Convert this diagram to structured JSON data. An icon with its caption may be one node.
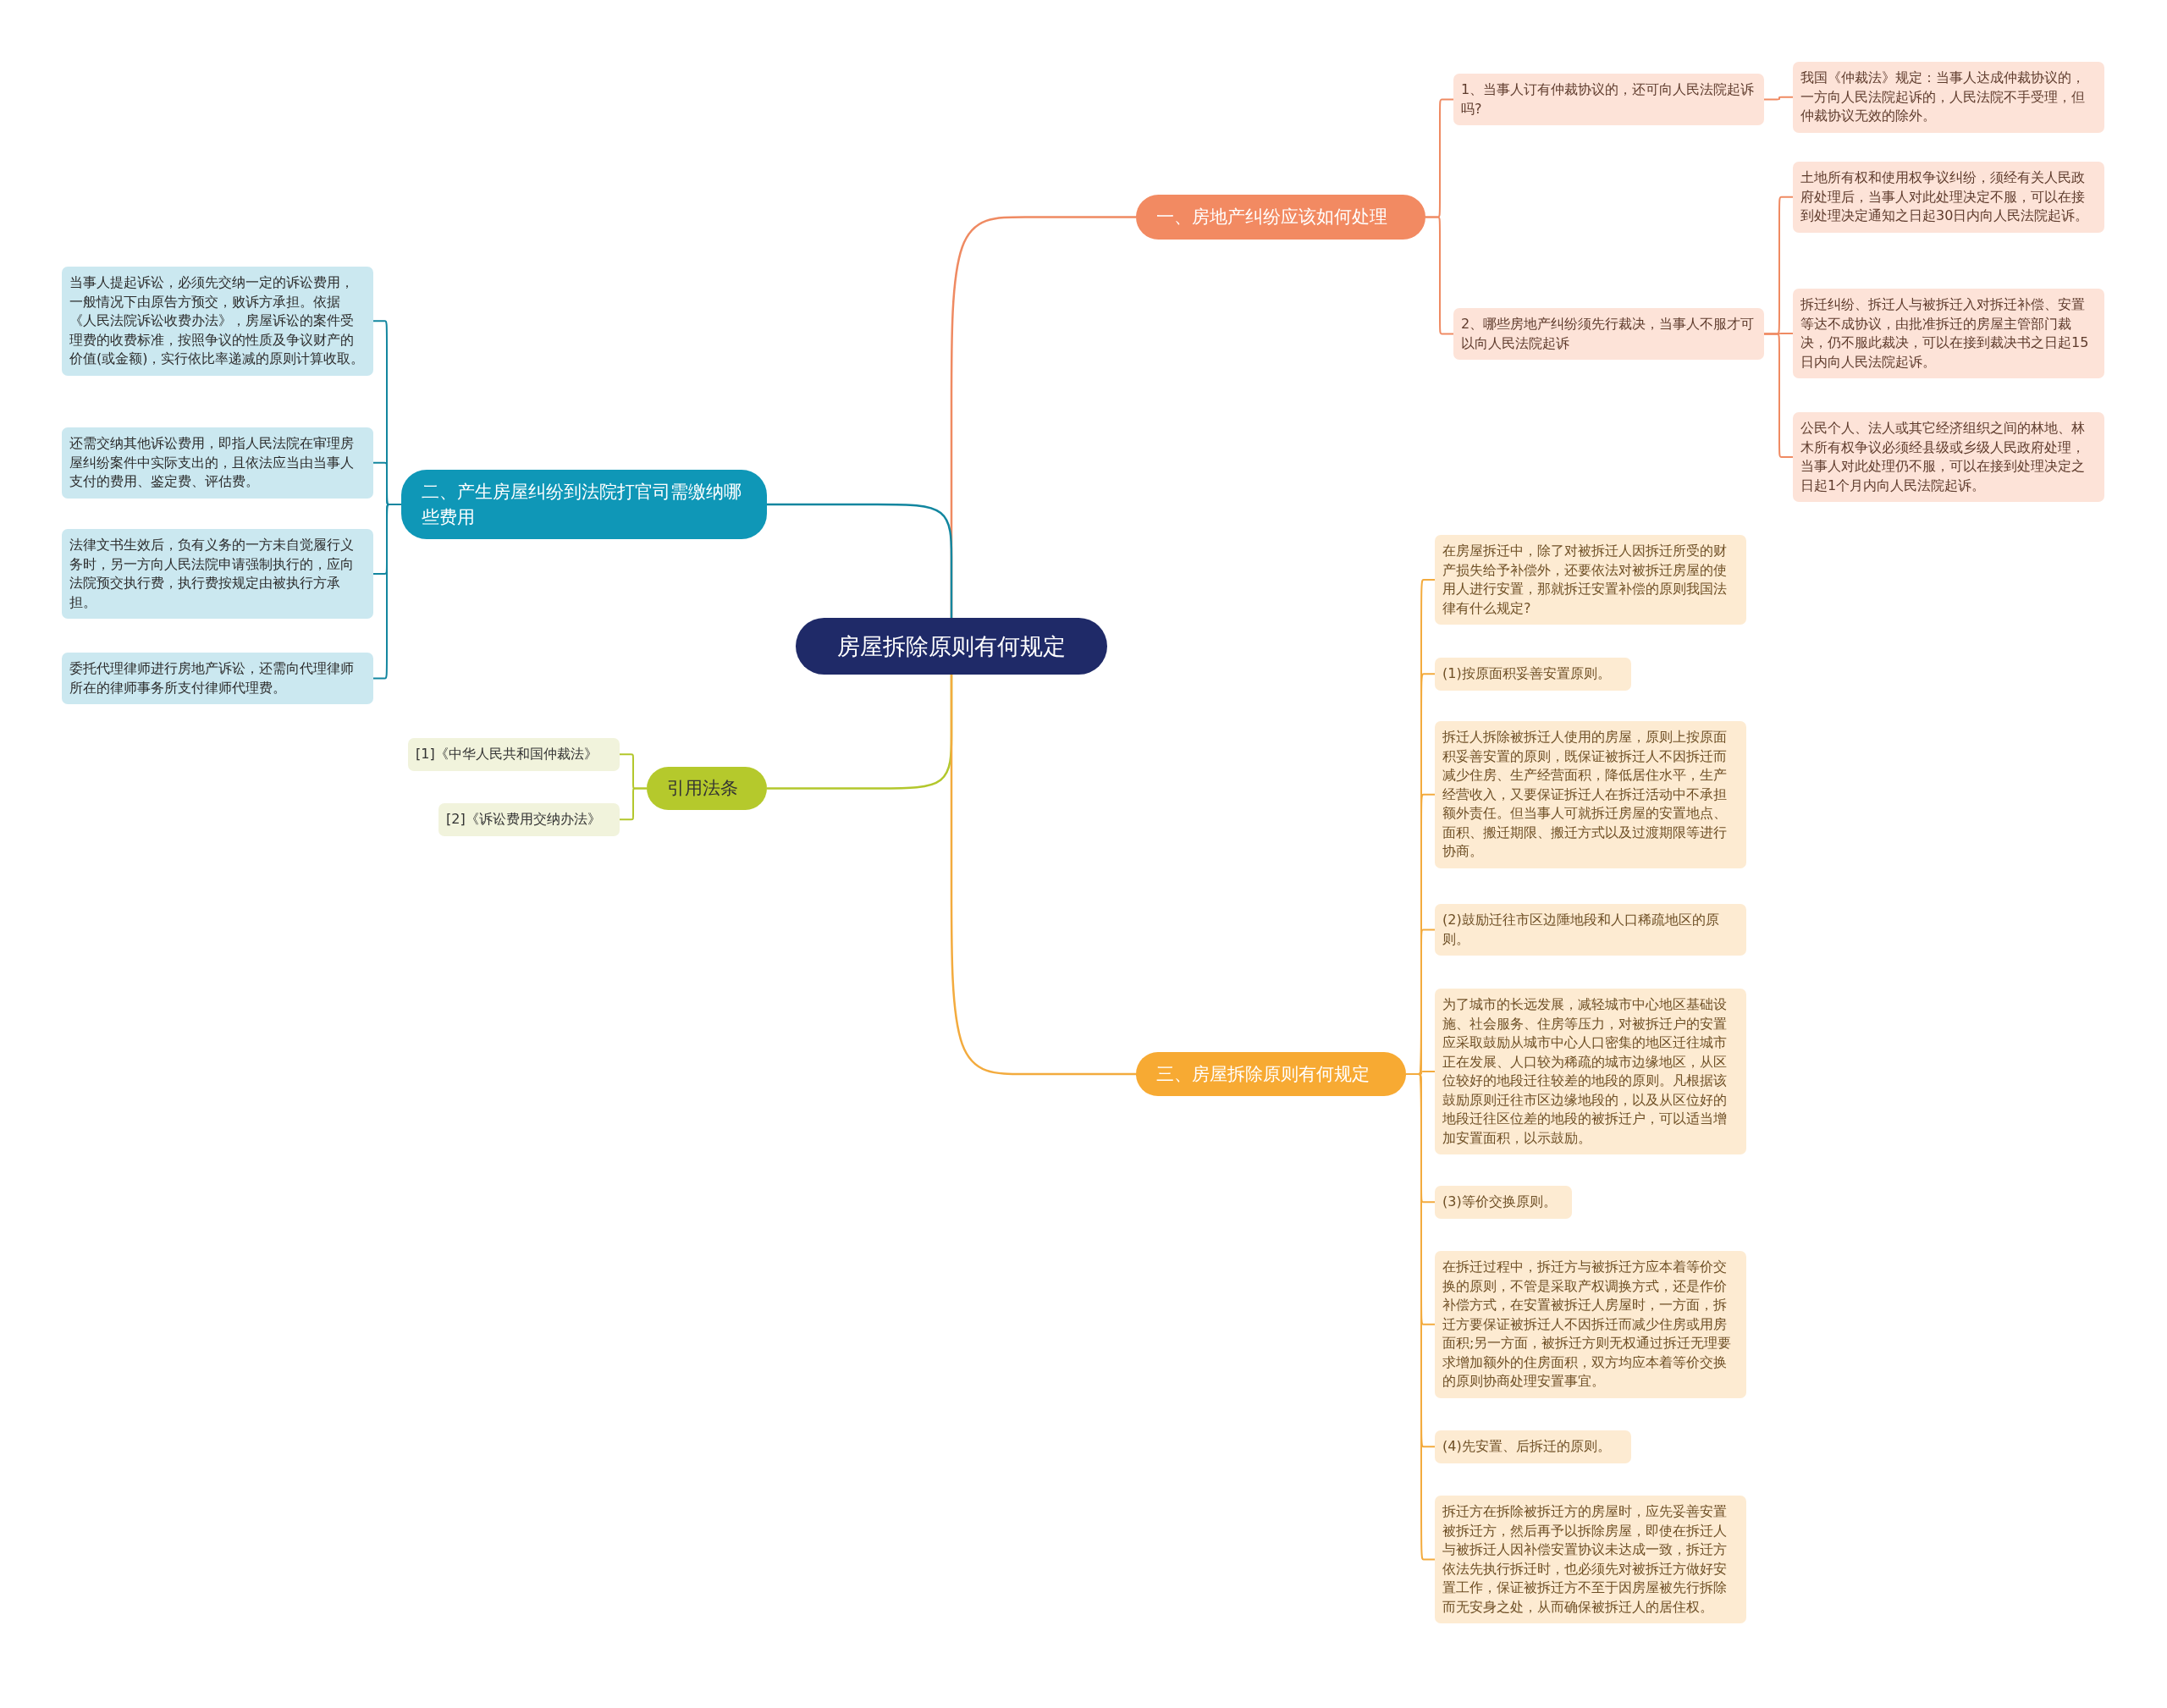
{
  "diagram": {
    "nodes": [
      {
        "text": [
          "房屋拆除原则有何规定"
        ]
      },
      {
        "text": [
          "一、房地产纠纷应该如何处理"
        ]
      },
      {
        "text": [
          "1、当事人订有仲裁协议的，还可向人民法院起诉吗?"
        ]
      },
      {
        "text": [
          "我国《仲裁法》规定：当事人达成仲裁协议的，一方向人民法院起诉的，人民法院不手受理，但仲裁协议无效的除外。"
        ]
      },
      {
        "text": [
          "2、哪些房地产纠纷须先行裁决，当事人不服才可以向人民法院起诉"
        ]
      },
      {
        "text": [
          "土地所有权和使用权争议纠纷，须经有关人民政府处理后，当事人对此处理决定不服，可以在接到处理决定通知之日起30日内向人民法院起诉。"
        ]
      },
      {
        "text": [
          "拆迁纠纷、拆迁人与被拆迁入对拆迁补偿、安置等达不成协议，由批准拆迁的房屋主管部门裁决，仍不服此裁决，可以在接到裁决书之日起15日内向人民法院起诉。"
        ]
      },
      {
        "text": [
          "公民个人、法人或其它经济组织之间的林地、林木所有权争议必须经县级或乡级人民政府处理，当事人对此处理仍不服，可以在接到处理决定之日起1个月内向人民法院起诉。"
        ]
      },
      {
        "text": [
          "二、产生房屋纠纷到法院打官司需缴纳哪些费用"
        ]
      },
      {
        "text": [
          "当事人提起诉讼，必须先交纳一定的诉讼费用，一般情况下由原告方预交，败诉方承担。依据《人民法院诉讼收费办法》，房屋诉讼的案件受理费的收费标准，按照争议的性质及争议财产的价值(或金额)，实行依比率递减的原则计算收取。"
        ]
      },
      {
        "text": [
          "还需交纳其他诉讼费用，即指人民法院在审理房屋纠纷案件中实际支出的，且依法应当由当事人支付的费用、鉴定费、评估费。"
        ]
      },
      {
        "text": [
          "法律文书生效后，负有义务的一方未自觉履行义务时，另一方向人民法院申请强制执行的，应向法院预交执行费，执行费按规定由被执行方承担。"
        ]
      },
      {
        "text": [
          "委托代理律师进行房地产诉讼，还需向代理律师所在的律师事务所支付律师代理费。"
        ]
      },
      {
        "text": [
          "引用法条"
        ]
      },
      {
        "text": [
          "[1]《中华人民共和国仲裁法》"
        ]
      },
      {
        "text": [
          "[2]《诉讼费用交纳办法》"
        ]
      },
      {
        "text": [
          "三、房屋拆除原则有何规定"
        ]
      },
      {
        "text": [
          "在房屋拆迁中，除了对被拆迁人因拆迁所受的财产损失给予补偿外，还要依法对被拆迁房屋的使用人进行安置，那就拆迁安置补偿的原则我国法律有什么规定?"
        ]
      },
      {
        "text": [
          "(1)按原面积妥善安置原则。"
        ]
      },
      {
        "text": [
          "拆迁人拆除被拆迁人使用的房屋，原则上按原面积妥善安置的原则，既保证被拆迁人不因拆迁而减少住房、生产经营面积，降低居住水平，生产经营收入，又要保证拆迁人在拆迁活动中不承担额外责任。但当事人可就拆迁房屋的安置地点、面积、搬迁期限、搬迁方式以及过渡期限等进行协商。"
        ]
      },
      {
        "text": [
          "(2)鼓励迁往市区边陲地段和人口稀疏地区的原则。"
        ]
      },
      {
        "text": [
          "为了城市的长远发展，减轻城市中心地区基础设施、社会服务、住房等压力，对被拆迁户的安置应采取鼓励从城市中心人口密集的地区迁往城市正在发展、人口较为稀疏的城市边缘地区，从区位较好的地段迁往较差的地段的原则。凡根据该鼓励原则迁往市区边缘地段的，以及从区位好的地段迁往区位差的地段的被拆迁户，可以适当增加安置面积，以示鼓励。"
        ]
      },
      {
        "text": [
          "(3)等价交换原则。"
        ]
      },
      {
        "text": [
          "在拆迁过程中，拆迁方与被拆迁方应本着等价交换的原则，不管是采取产权调换方式，还是作价补偿方式，在安置被拆迁人房屋时，一方面，拆迁方要保证被拆迁人不因拆迁而减少住房或用房面积;另一方面，被拆迁方则无权通过拆迁无理要求增加额外的住房面积，双方均应本着等价交换的原则协商处理安置事宜。"
        ]
      },
      {
        "text": [
          "(4)先安置、后拆迁的原则。"
        ]
      },
      {
        "text": [
          "拆迁方在拆除被拆迁方的房屋时，应先妥善安置被拆迁方，然后再予以拆除房屋，即使在拆迁人与被拆迁人因补偿安置协议未达成一致，拆迁方依法先执行拆迁时，也必须先对被拆迁方做好安置工作，保证被拆迁方不至于因房屋被先行拆除而无安身之处，从而确保被拆迁人的居住权。"
        ]
      }
    ],
    "edges": [
      {
        "from": 0,
        "to": 1,
        "arrow": "none",
        "color": "#ef8a62"
      },
      {
        "from": 1,
        "to": 2,
        "arrow": "none",
        "color": "#ef8a62"
      },
      {
        "from": 2,
        "to": 3,
        "arrow": "none",
        "color": "#ef8a62"
      },
      {
        "from": 1,
        "to": 4,
        "arrow": "none",
        "color": "#ef8a62"
      },
      {
        "from": 4,
        "to": 5,
        "arrow": "none",
        "color": "#ef8a62"
      },
      {
        "from": 4,
        "to": 6,
        "arrow": "none",
        "color": "#ef8a62"
      },
      {
        "from": 4,
        "to": 7,
        "arrow": "none",
        "color": "#ef8a62"
      },
      {
        "from": 0,
        "to": 8,
        "arrow": "none",
        "color": "#12869f"
      },
      {
        "from": 8,
        "to": 9,
        "arrow": "none",
        "color": "#12869f"
      },
      {
        "from": 8,
        "to": 10,
        "arrow": "none",
        "color": "#12869f"
      },
      {
        "from": 8,
        "to": 11,
        "arrow": "none",
        "color": "#12869f"
      },
      {
        "from": 8,
        "to": 12,
        "arrow": "none",
        "color": "#12869f"
      },
      {
        "from": 0,
        "to": 13,
        "arrow": "none",
        "color": "#b3c72c"
      },
      {
        "from": 13,
        "to": 14,
        "arrow": "none",
        "color": "#b3c72c"
      },
      {
        "from": 13,
        "to": 15,
        "arrow": "none",
        "color": "#b3c72c"
      },
      {
        "from": 0,
        "to": 16,
        "arrow": "none"
      },
      {
        "from": 16,
        "to": 17,
        "arrow": "none"
      },
      {
        "from": 16,
        "to": 18,
        "arrow": "none"
      },
      {
        "from": 16,
        "to": 19,
        "arrow": "none"
      },
      {
        "from": 16,
        "to": 20,
        "arrow": "none"
      },
      {
        "from": 16,
        "to": 21,
        "arrow": "none"
      },
      {
        "from": 16,
        "to": 22,
        "arrow": "none"
      },
      {
        "from": 16,
        "to": 23,
        "arrow": "none"
      },
      {
        "from": 16,
        "to": 24,
        "arrow": "none"
      },
      {
        "from": 16,
        "to": 25,
        "arrow": "none"
      }
    ]
  }
}
